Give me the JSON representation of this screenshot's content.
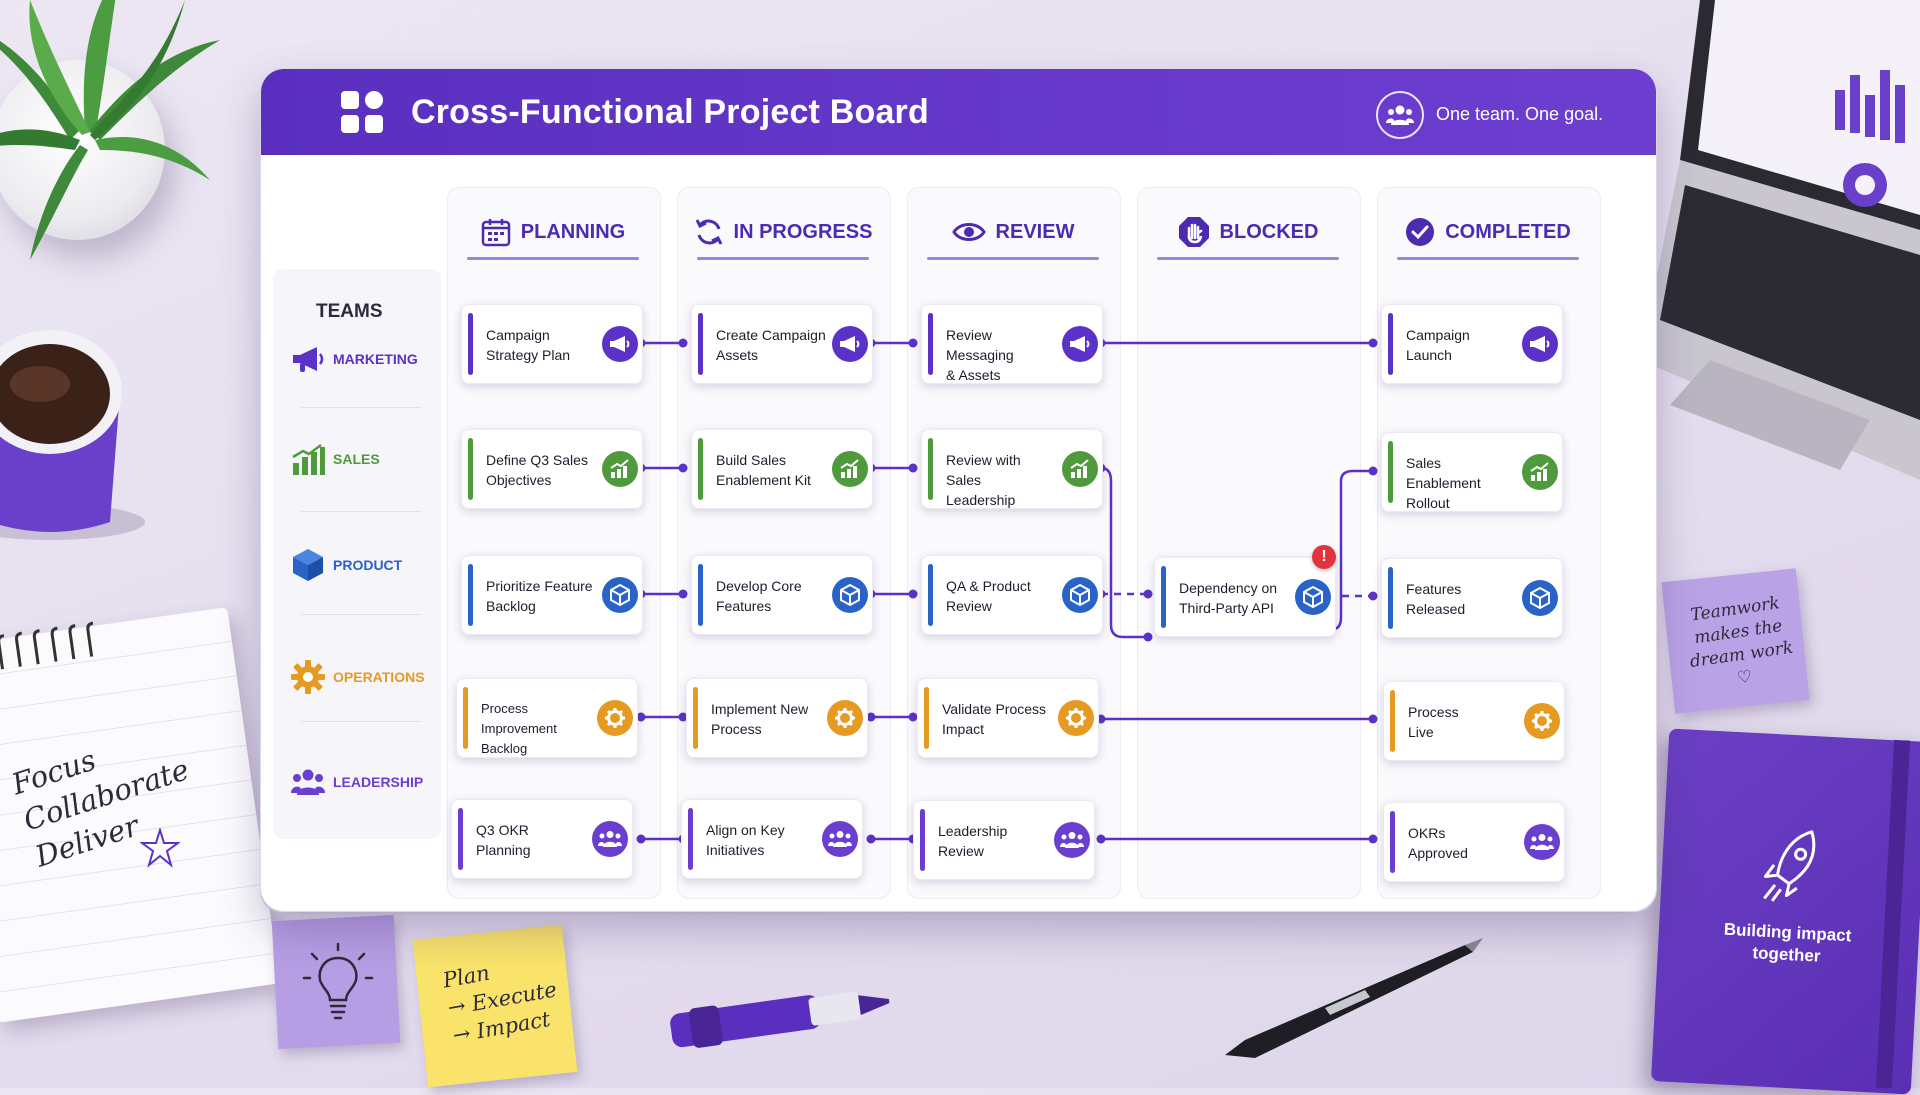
{
  "board": {
    "title": "Cross-Functional Project Board",
    "tagline": "One team. One goal.",
    "teams_title": "TEAMS"
  },
  "colors": {
    "header": "#5e32c4",
    "marketing": "#5a32c8",
    "sales": "#4f9a3c",
    "product": "#2a63c8",
    "operations": "#e59a22",
    "leadership": "#6a3fcf",
    "blocked_alert": "#e0333c"
  },
  "columns": [
    {
      "id": "planning",
      "label": "PLANNING",
      "icon": "calendar-icon"
    },
    {
      "id": "in_progress",
      "label": "IN PROGRESS",
      "icon": "refresh-icon"
    },
    {
      "id": "review",
      "label": "REVIEW",
      "icon": "eye-icon"
    },
    {
      "id": "blocked",
      "label": "BLOCKED",
      "icon": "hand-stop-icon"
    },
    {
      "id": "completed",
      "label": "COMPLETED",
      "icon": "check-circle-icon"
    }
  ],
  "teams": [
    {
      "id": "marketing",
      "label": "MARKETING",
      "icon": "megaphone-icon"
    },
    {
      "id": "sales",
      "label": "SALES",
      "icon": "growth-chart-icon"
    },
    {
      "id": "product",
      "label": "PRODUCT",
      "icon": "cube-icon"
    },
    {
      "id": "operations",
      "label": "OPERATIONS",
      "icon": "gear-icon"
    },
    {
      "id": "leadership",
      "label": "LEADERSHIP",
      "icon": "people-icon"
    }
  ],
  "cards": {
    "marketing": {
      "planning": [
        "Campaign",
        "Strategy Plan"
      ],
      "in_progress": [
        "Create Campaign",
        "Assets"
      ],
      "review": [
        "Review Messaging",
        "& Assets"
      ],
      "completed": [
        "Campaign",
        "Launch"
      ]
    },
    "sales": {
      "planning": [
        "Define Q3 Sales",
        "Objectives"
      ],
      "in_progress": [
        "Build Sales",
        "Enablement Kit"
      ],
      "review": [
        "Review with Sales",
        "Leadership"
      ],
      "completed": [
        "Sales Enablement",
        "Rollout"
      ]
    },
    "product": {
      "planning": [
        "Prioritize Feature",
        "Backlog"
      ],
      "in_progress": [
        "Develop Core",
        "Features"
      ],
      "review": [
        "QA & Product",
        "Review"
      ],
      "blocked": [
        "Dependency on",
        "Third-Party API"
      ],
      "completed": [
        "Features",
        "Released"
      ]
    },
    "operations": {
      "planning": [
        "Process Improvement",
        "Backlog"
      ],
      "in_progress": [
        "Implement New",
        "Process"
      ],
      "review": [
        "Validate Process",
        "Impact"
      ],
      "completed": [
        "Process",
        "Live"
      ]
    },
    "leadership": {
      "planning": [
        "Q3 OKR",
        "Planning"
      ],
      "in_progress": [
        "Align on Key",
        "Initiatives"
      ],
      "review": [
        "Leadership",
        "Review"
      ],
      "completed": [
        "OKRs",
        "Approved"
      ]
    }
  },
  "alert_badge": "!",
  "desk": {
    "notebook": [
      "Focus",
      "Collaborate",
      "Deliver"
    ],
    "yellow_note": [
      "Plan",
      "→ Execute",
      "→ Impact"
    ],
    "purple_note": [
      "Teamwork",
      "makes the",
      "dream work"
    ],
    "book": [
      "Building impact",
      "together"
    ]
  }
}
